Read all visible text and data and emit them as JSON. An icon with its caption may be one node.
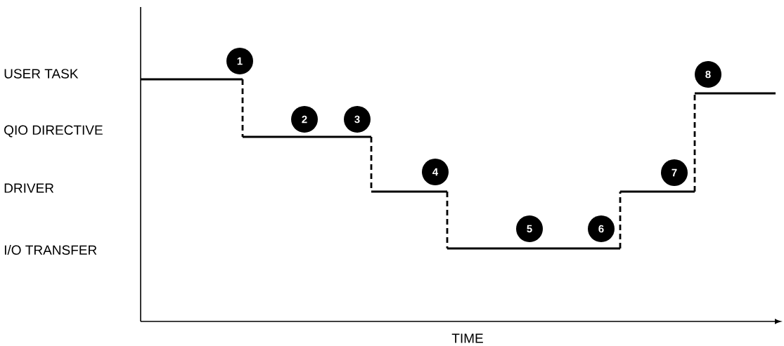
{
  "diagram": {
    "nodes": [
      {
        "text": [
          "1"
        ]
      },
      {
        "text": [
          "2"
        ]
      },
      {
        "text": [
          "3"
        ]
      },
      {
        "text": [
          "4"
        ]
      },
      {
        "text": [
          "5"
        ]
      },
      {
        "text": [
          "6"
        ]
      },
      {
        "text": [
          "7"
        ]
      },
      {
        "text": [
          "8"
        ]
      }
    ],
    "labels": [
      "USER TASK",
      "QIO DIRECTIVE",
      "DRIVER",
      "I/O TRANSFER",
      "TIME"
    ]
  }
}
